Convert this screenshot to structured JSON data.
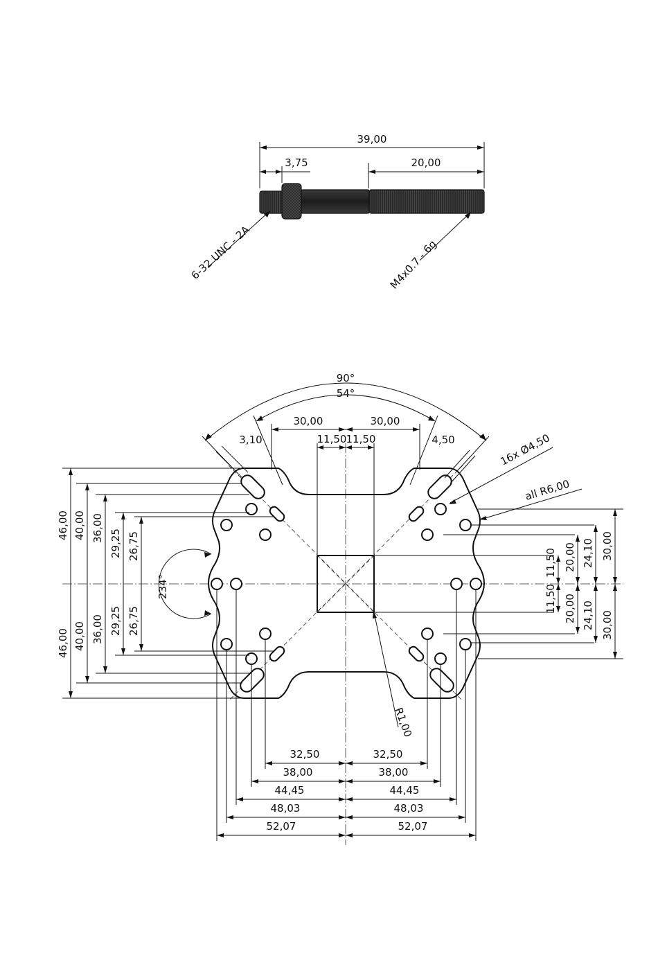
{
  "rod": {
    "dim_total": "39,00",
    "dim_left": "3,75",
    "dim_right": "20,00",
    "thread_left": "6-32 UNC - 2A",
    "thread_right": "M4x0.7 - 6g"
  },
  "plate": {
    "angle_outer": "90°",
    "angle_inner": "54°",
    "angle_side": "234°",
    "top_30_left": "30,00",
    "top_30_right": "30,00",
    "top_1150_left": "11,50",
    "top_1150_right": "11,50",
    "top_310": "3,10",
    "top_450": "4,50",
    "holes_note": "16x Ø4,50",
    "radius_note": "all R6,00",
    "center_radius": "R1,00",
    "left_dims": [
      "46,00",
      "40,00",
      "36,00",
      "29,25",
      "26,75"
    ],
    "left_dims_lower": [
      "46,00",
      "40,00",
      "36,00",
      "29,25",
      "26,75"
    ],
    "right_dims_upper": [
      "11,50",
      "20,00",
      "24,10",
      "30,00"
    ],
    "right_dims_lower": [
      "11,50",
      "20,00",
      "24,10",
      "30,00"
    ],
    "bottom_dims_left": [
      "32,50",
      "38,00",
      "44,45",
      "48,03",
      "52,07"
    ],
    "bottom_dims_right": [
      "32,50",
      "38,00",
      "44,45",
      "48,03",
      "52,07"
    ]
  }
}
